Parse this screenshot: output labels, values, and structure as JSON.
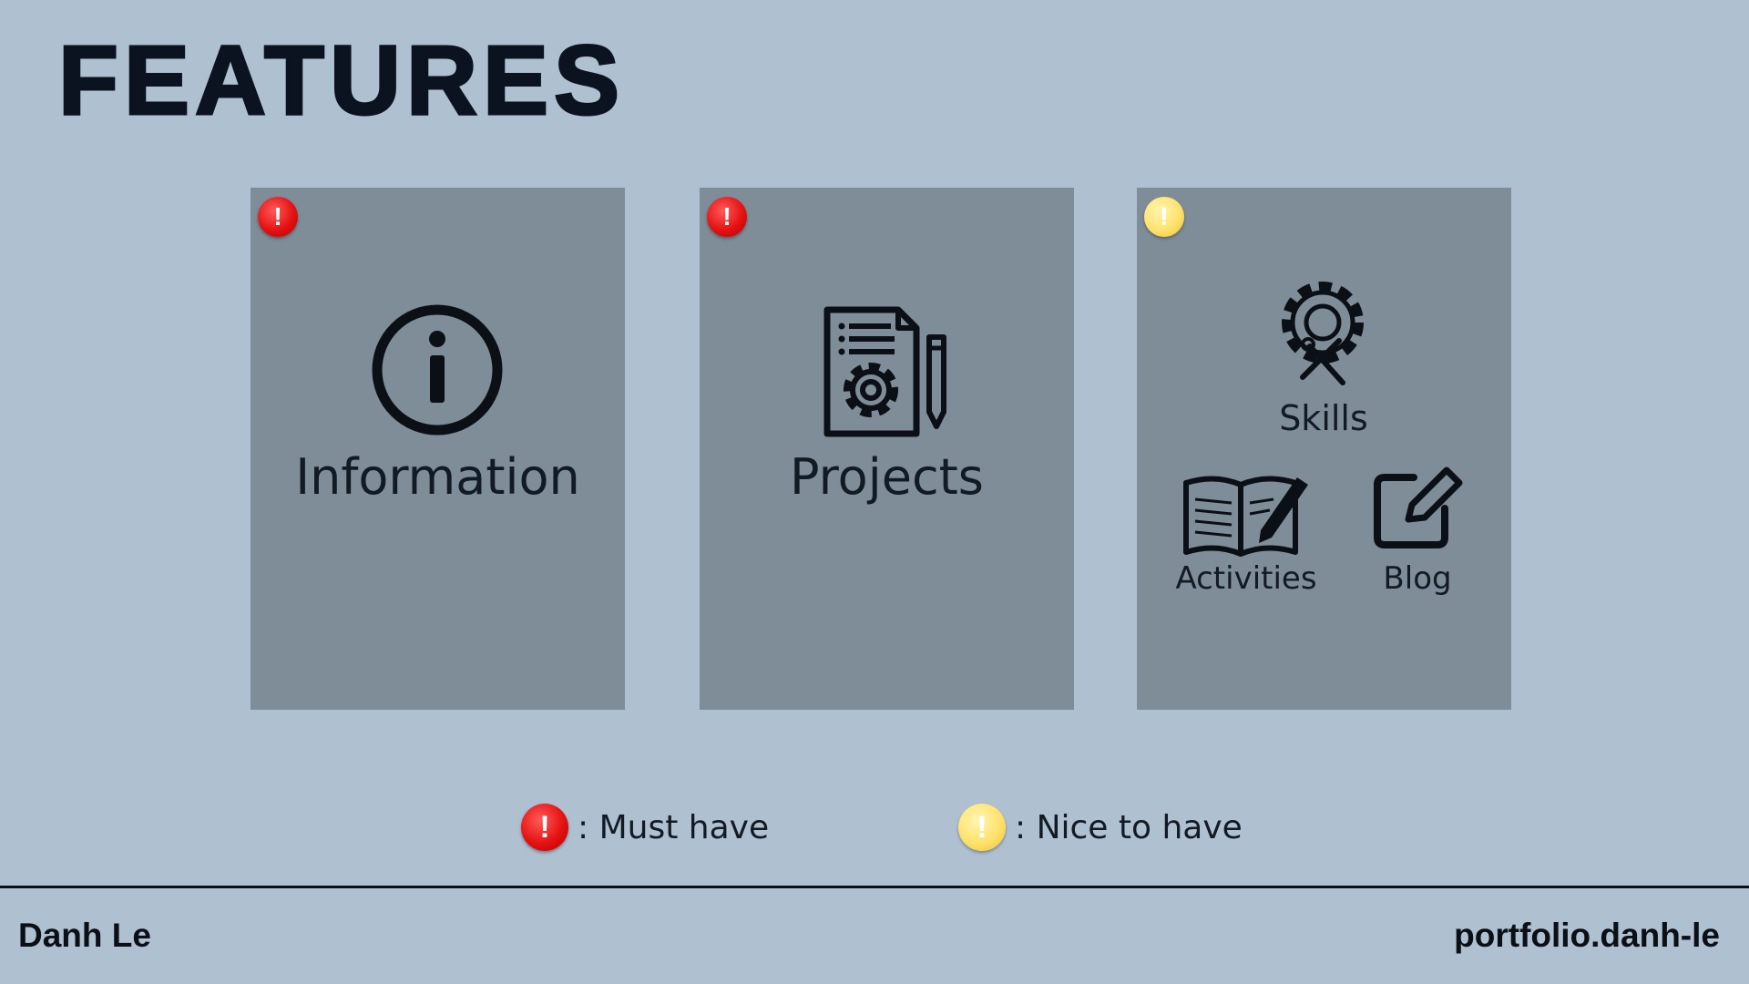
{
  "title": "FEATURES",
  "cards": [
    {
      "label": "Information",
      "priority": "must",
      "icon": "info-icon"
    },
    {
      "label": "Projects",
      "priority": "must",
      "icon": "project-document-gear-icon"
    },
    {
      "priority": "nice",
      "items": [
        {
          "label": "Skills",
          "icon": "gear-tools-icon"
        },
        {
          "label": "Activities",
          "icon": "book-pen-icon"
        },
        {
          "label": "Blog",
          "icon": "edit-note-icon"
        }
      ]
    }
  ],
  "legend": {
    "must": {
      "symbol": "!",
      "label": ": Must have"
    },
    "nice": {
      "symbol": "!",
      "label": ": Nice to have"
    }
  },
  "footer": {
    "author": "Danh Le",
    "site": "portfolio.danh-le"
  },
  "colors": {
    "background": "#afc0d1",
    "card": "#7f8d98",
    "must": "#e51212",
    "nice": "#ffe26b",
    "text": "#121a24"
  }
}
